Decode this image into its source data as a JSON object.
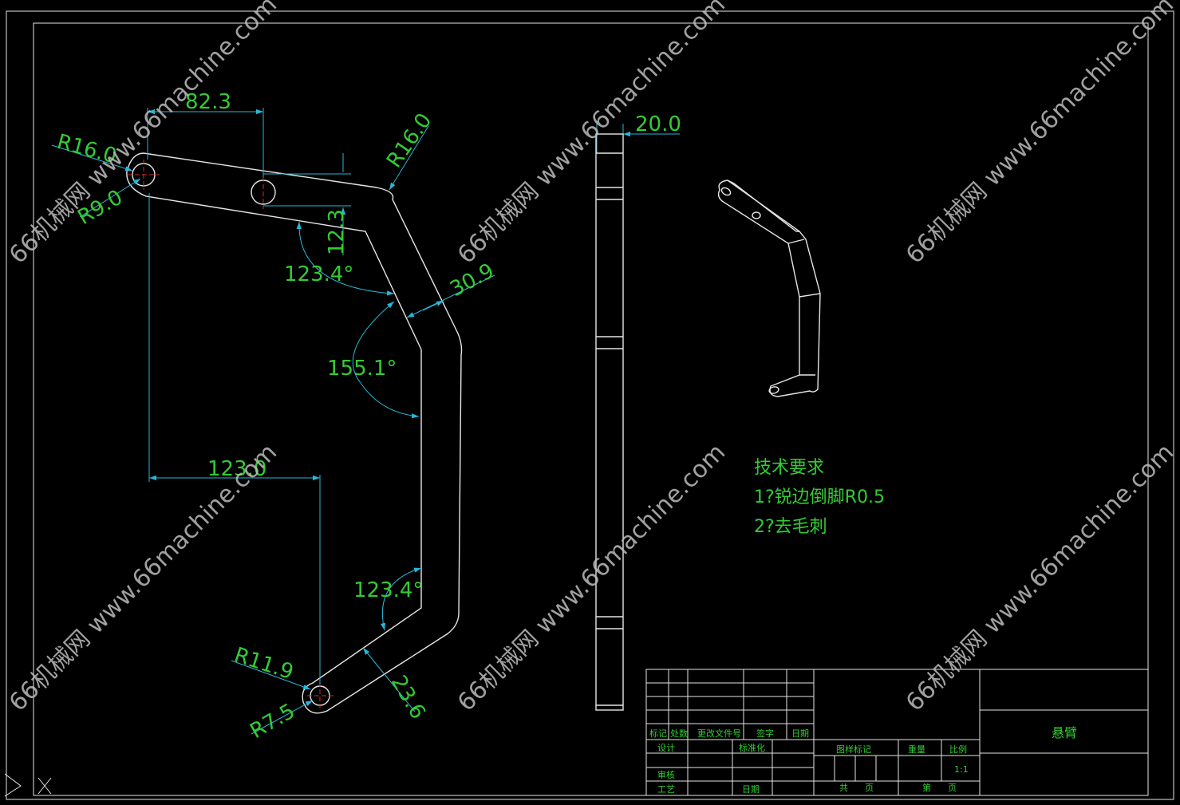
{
  "drawing": {
    "part_name": "悬臂",
    "scale": "1:1"
  },
  "dimensions": {
    "d1": "82.3",
    "d2": "R16.0",
    "d3": "R9.0",
    "d4": "R16.0",
    "d5": "12.3",
    "d6": "123.4°",
    "d7": "30.9",
    "d8": "155.1°",
    "d9": "123.0",
    "d10": "123.4°",
    "d11": "R11.9",
    "d12": "R7.5",
    "d13": "23.6",
    "d14": "20.0"
  },
  "notes": {
    "title": "技术要求",
    "line1": "1?锐边倒脚R0.5",
    "line2": "2?去毛刺"
  },
  "title_block": {
    "h_mark": "标记",
    "h_count": "处数",
    "h_doc": "更改文件号",
    "h_sign": "签字",
    "h_date": "日期",
    "design": "设计",
    "standard": "标准化",
    "review": "审核",
    "process": "工艺",
    "date": "日期",
    "stage_mark": "图样标记",
    "weight": "重量",
    "ratio": "比例",
    "total": "共",
    "page": "页",
    "sheet": "第",
    "page2": "页"
  },
  "watermark": "66机械网 www.66machine.com",
  "colors": {
    "background": "#000000",
    "geometry": "#e6e6e6",
    "dimension": "#29b6d8",
    "text": "#33cc33",
    "centerline": "#d42a2a"
  }
}
